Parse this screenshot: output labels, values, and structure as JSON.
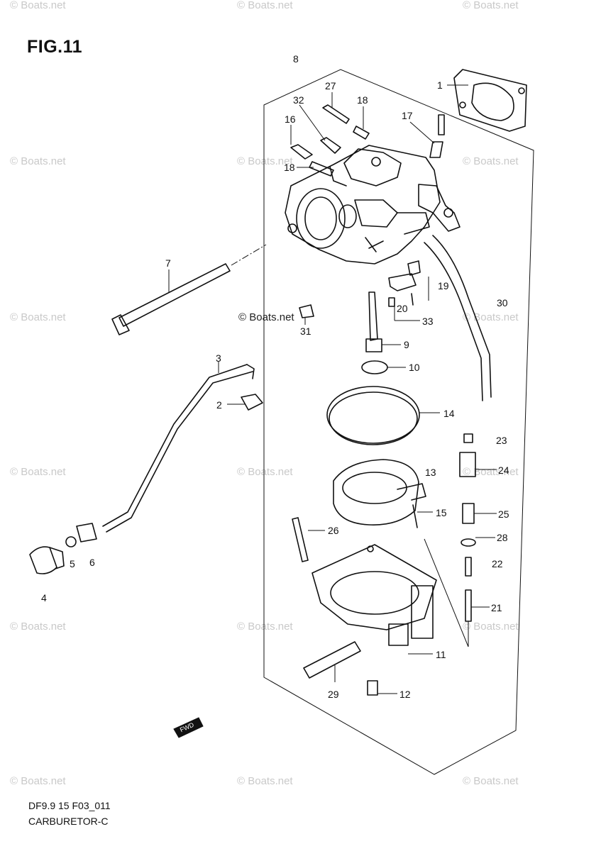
{
  "figure": {
    "title": "FIG.11",
    "code": "DF9.9 15 F03_011",
    "name": "CARBURETOR-C"
  },
  "watermark": "© Boats.net",
  "center_watermark": "© Boats.net",
  "callouts": {
    "p1": "1",
    "p2": "2",
    "p3": "3",
    "p4": "4",
    "p5": "5",
    "p6": "6",
    "p7": "7",
    "p8": "8",
    "p9": "9",
    "p10": "10",
    "p11": "11",
    "p12": "12",
    "p13": "13",
    "p14": "14",
    "p15": "15",
    "p16": "16",
    "p17": "17",
    "p18a": "18",
    "p18b": "18",
    "p19": "19",
    "p20": "20",
    "p21": "21",
    "p22": "22",
    "p23": "23",
    "p24": "24",
    "p25": "25",
    "p26": "26",
    "p27": "27",
    "p28": "28",
    "p29": "29",
    "p30": "30",
    "p31": "31",
    "p32": "32",
    "p33": "33"
  },
  "direction_marker": "FWD"
}
